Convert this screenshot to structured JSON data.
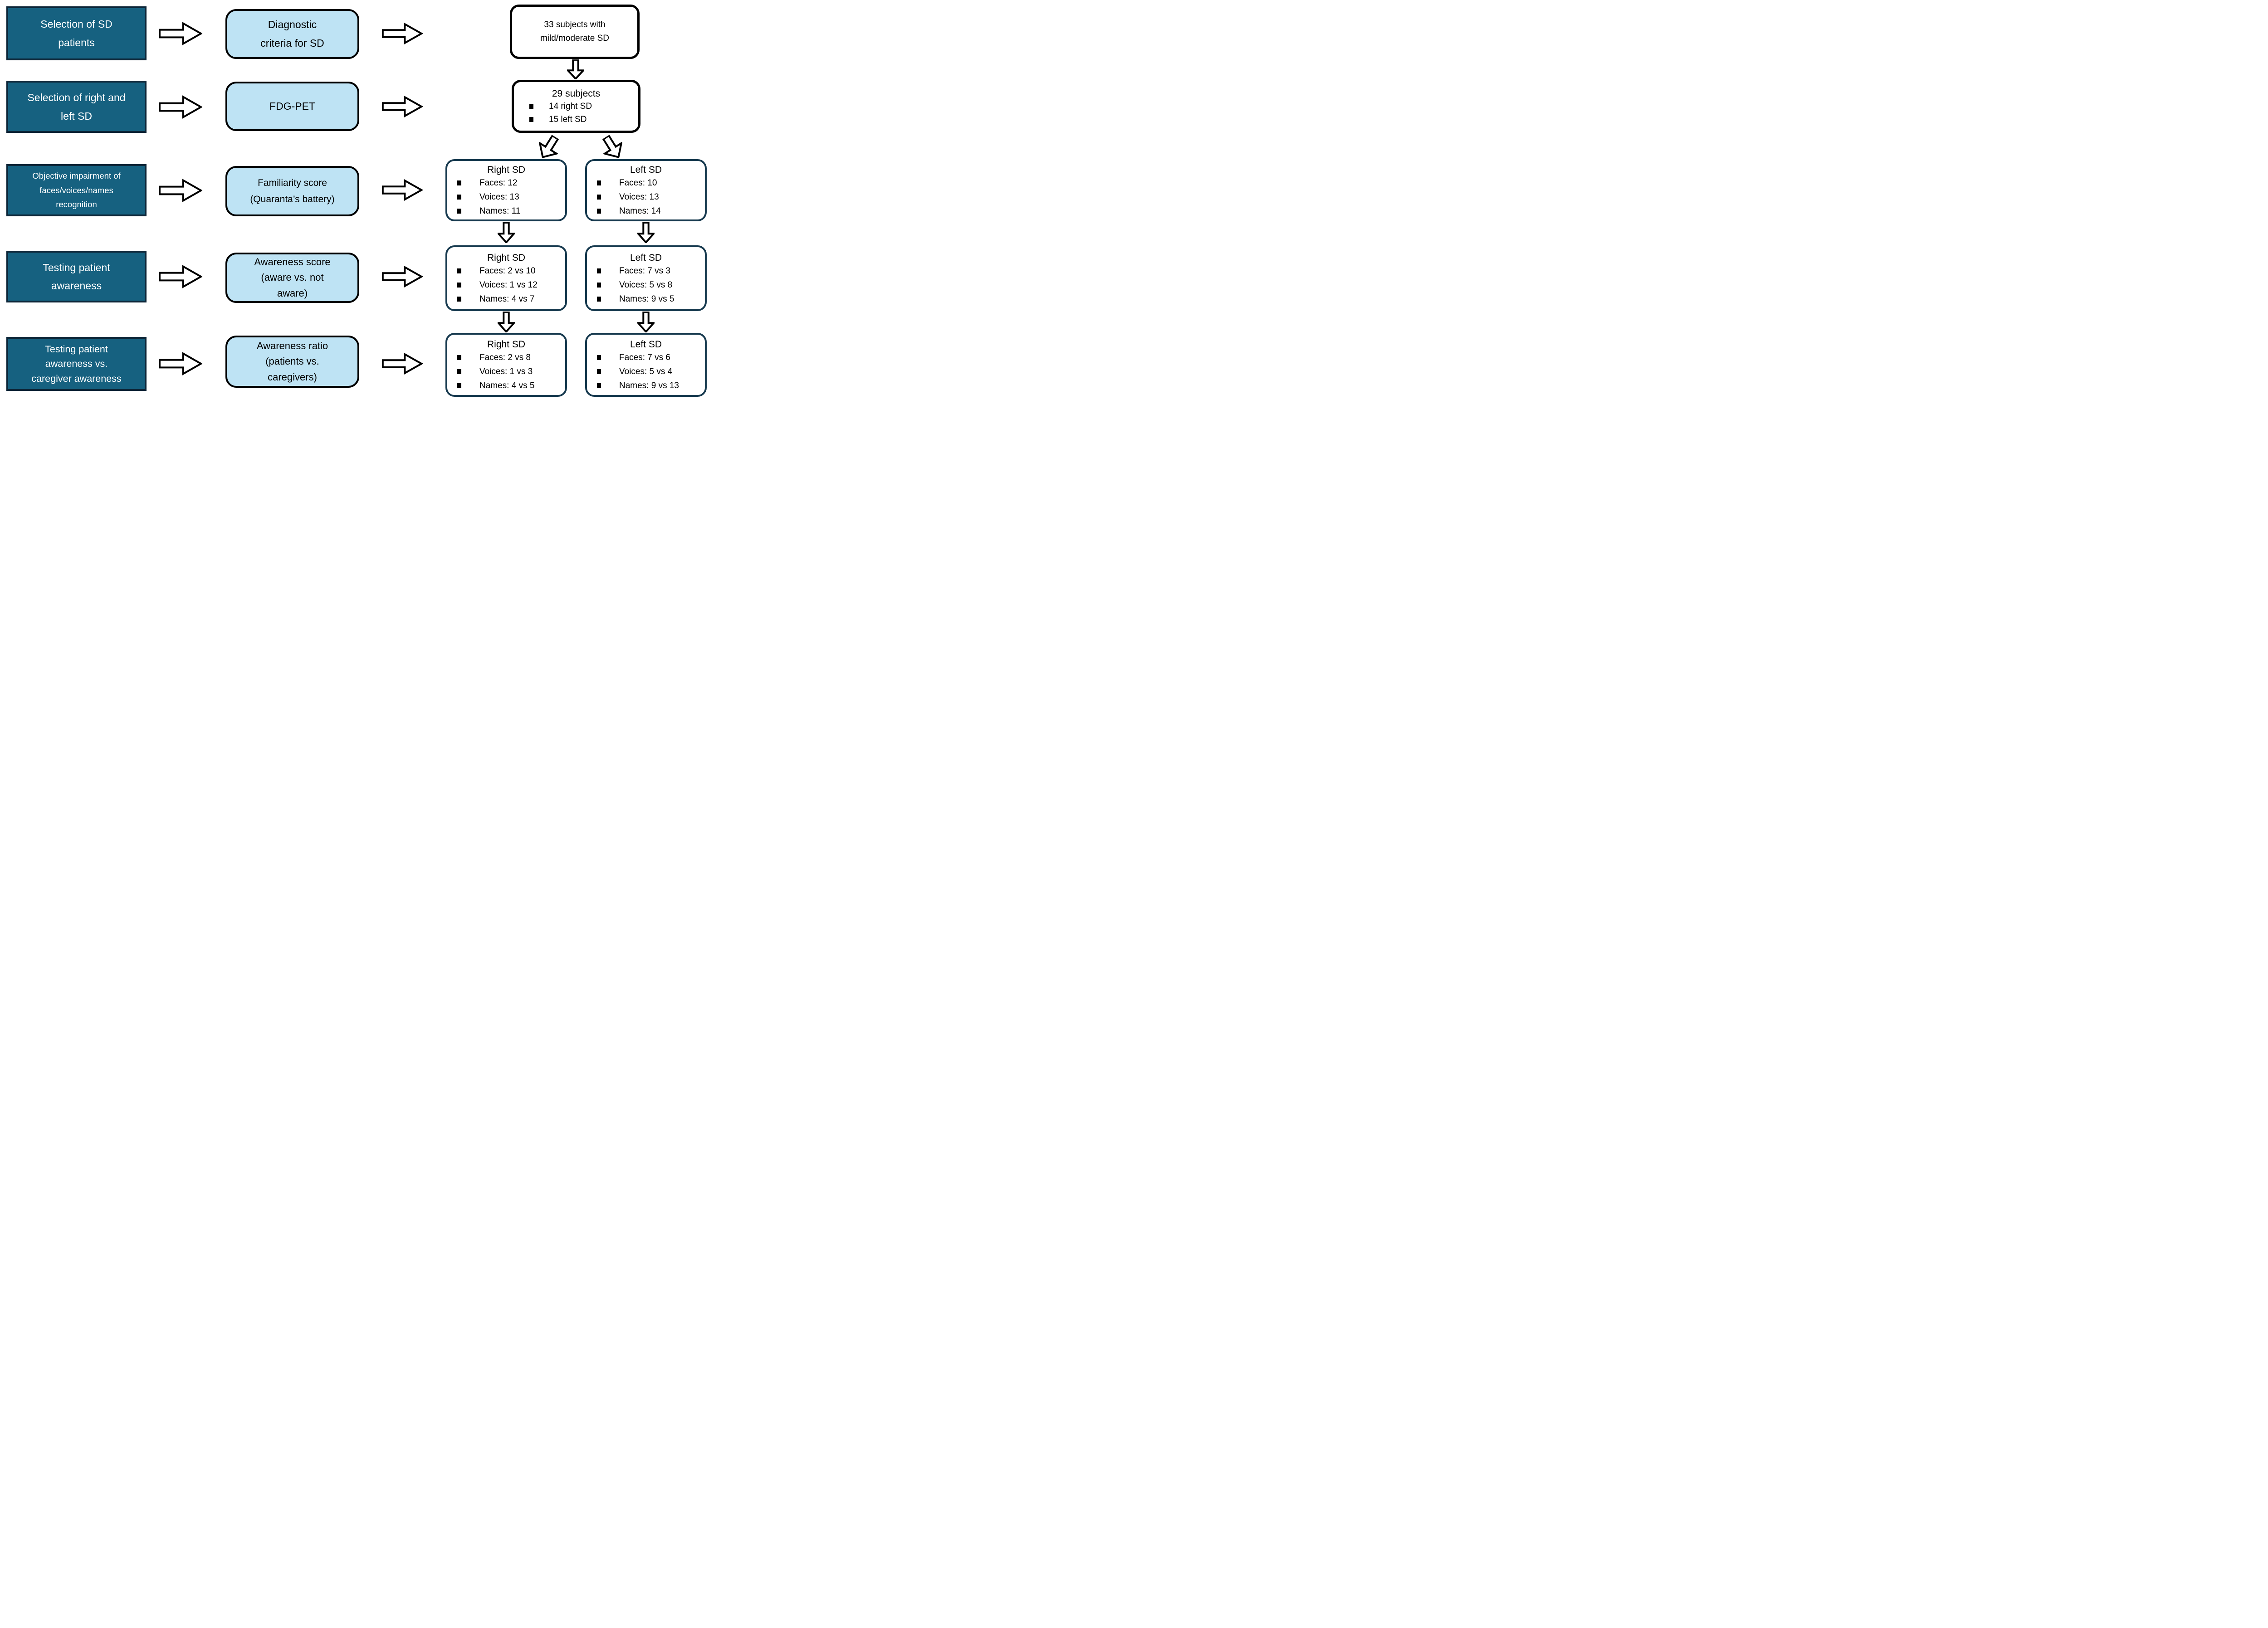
{
  "colors": {
    "dark-fill": "#166180",
    "dark-border": "#0d2638",
    "light-fill": "#bee3f4",
    "result-border": "#16394e",
    "line": "#000000",
    "bg": "#ffffff"
  },
  "icons": {
    "arrow_right": "block-arrow-right-icon",
    "arrow_down": "block-arrow-down-icon",
    "arrow_diag_left": "block-arrow-diagonal-down-left-icon",
    "arrow_diag_right": "block-arrow-diagonal-down-right-icon",
    "bullet": "square-bullet-icon"
  },
  "steps": {
    "s1": "Selection of SD patients",
    "s2": "Selection of right and left SD",
    "s3": "Objective impairment of faces/voices/names recognition",
    "s4": "Testing patient awareness",
    "s5": "Testing patient awareness vs. caregiver awareness"
  },
  "methods": {
    "m1": "Diagnostic criteria for SD",
    "m2": "FDG-PET",
    "m3": "Familiarity score (Quaranta’s battery)",
    "m4": "Awareness score (aware vs. not aware)",
    "m5": "Awareness ratio (patients vs. caregivers)"
  },
  "results": {
    "subjects_initial": "33 subjects with mild/moderate SD",
    "subjects_selected": {
      "title": "29 subjects",
      "items": [
        "14 right SD",
        "15 left SD"
      ]
    },
    "familiarity": {
      "right": {
        "title": "Right SD",
        "items": [
          "Faces: 12",
          "Voices: 13",
          "Names: 11"
        ]
      },
      "left": {
        "title": "Left SD",
        "items": [
          "Faces: 10",
          "Voices: 13",
          "Names: 14"
        ]
      }
    },
    "awareness": {
      "right": {
        "title": "Right SD",
        "items": [
          "Faces: 2 vs 10",
          "Voices: 1 vs 12",
          "Names: 4 vs 7"
        ]
      },
      "left": {
        "title": "Left SD",
        "items": [
          "Faces: 7 vs 3",
          "Voices: 5 vs 8",
          "Names: 9 vs 5"
        ]
      }
    },
    "awareness_ratio": {
      "right": {
        "title": "Right SD",
        "items": [
          "Faces: 2 vs 8",
          "Voices: 1 vs 3",
          "Names: 4 vs 5"
        ]
      },
      "left": {
        "title": "Left SD",
        "items": [
          "Faces: 7 vs 6",
          "Voices: 5 vs 4",
          "Names: 9 vs 13"
        ]
      }
    }
  }
}
